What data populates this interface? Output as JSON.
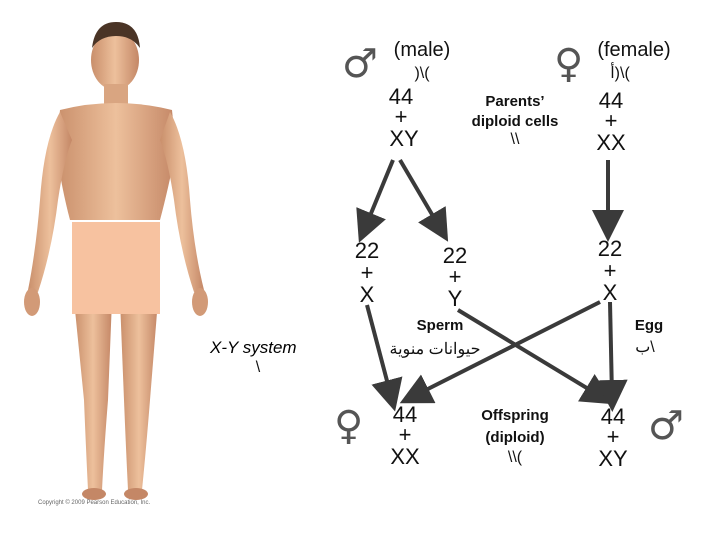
{
  "labels": {
    "male_title": "(male)",
    "male_title_ar": ")\\(",
    "male_44": "44",
    "male_plus": "+",
    "male_xy": "XY",
    "female_title": "(female)",
    "female_title_ar": "أ)\\(",
    "female_44": "44",
    "female_plus": "+",
    "female_xx": "XX",
    "parents_1": "Parents’",
    "parents_2": "diploid cells",
    "parents_3": "\\\\",
    "g1_22": "22",
    "g1_plus": "+",
    "g1_x": "X",
    "g2_22": "22",
    "g2_plus": "+",
    "g2_y": "Y",
    "g3_22": "22",
    "g3_plus": "+",
    "g3_x": "X",
    "sperm": "Sperm",
    "sperm_ar": "حيوانات منوية",
    "egg": "Egg",
    "egg_ar": "ب\\",
    "o1_44": "44",
    "o1_plus": "+",
    "o1_xx": "XX",
    "offspring_1": "Offspring",
    "offspring_2": "(diploid)",
    "offspring_3": "\\\\(",
    "o2_44": "44",
    "o2_plus": "+",
    "o2_xy": "XY",
    "xy_system": "X-Y system",
    "xy_system_ar": "\\",
    "copyright": "Copyright © 2009 Pearson Education, Inc."
  },
  "symbols": {
    "male": "♂",
    "female": "♀"
  },
  "colors": {
    "arrow": "#3a3a3a",
    "skin": "#e8b48f",
    "censor": "#f7c2a0"
  }
}
